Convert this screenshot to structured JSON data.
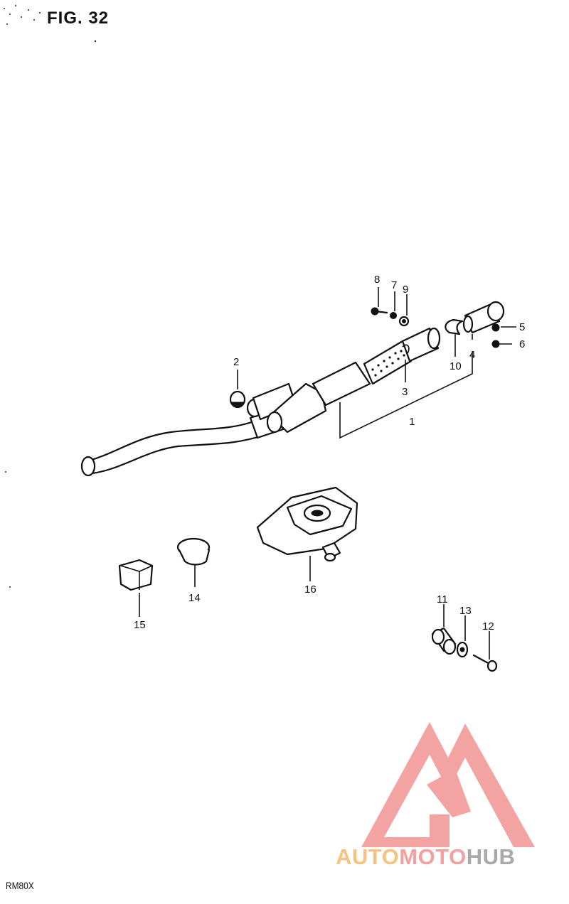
{
  "figure": {
    "title": "FIG. 32",
    "model": "RM80X"
  },
  "callouts": [
    "1",
    "2",
    "3",
    "4",
    "5",
    "6",
    "7",
    "8",
    "9",
    "10",
    "11",
    "12",
    "13",
    "14",
    "15",
    "16"
  ],
  "watermark": {
    "text_auto": "AUTO",
    "text_moto": "MOTO",
    "text_hub": "HUB",
    "colors": {
      "auto": "#f6c27e",
      "moto": "#f4a0a0",
      "hub": "#a9a9a9",
      "mark": "#f39a9a"
    }
  }
}
